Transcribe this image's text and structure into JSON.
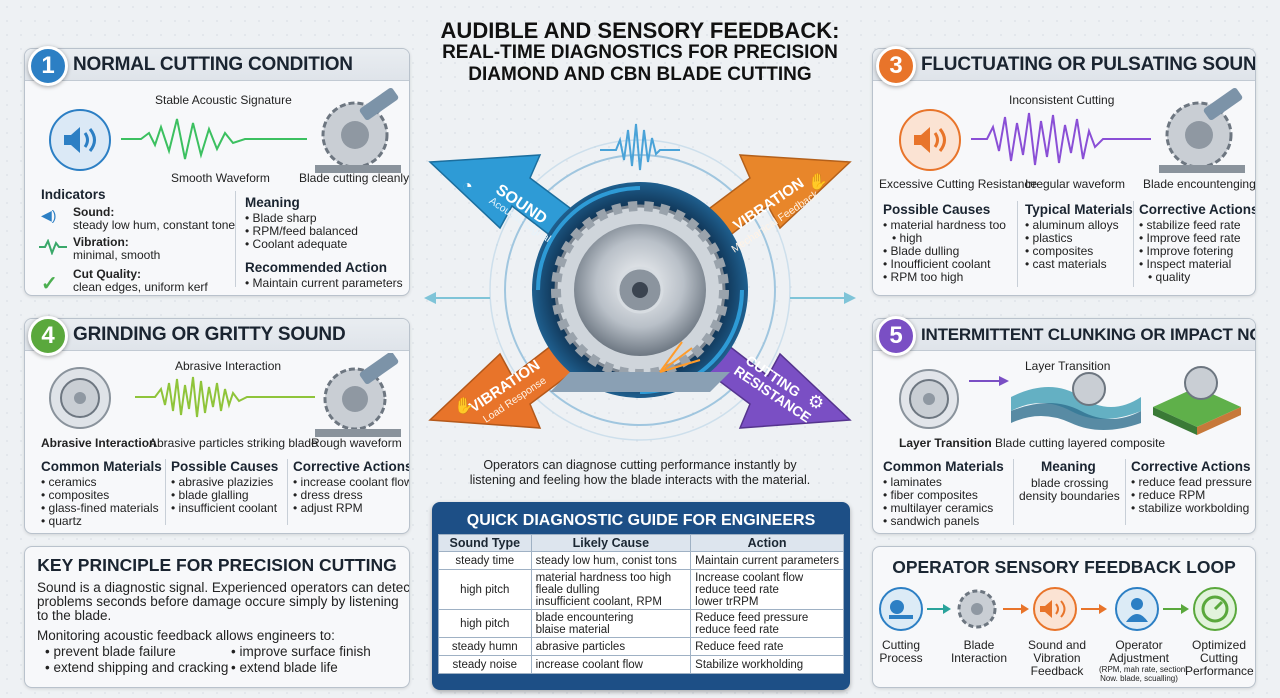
{
  "title": {
    "line1": "AUDIBLE AND SENSORY FEEDBACK:",
    "line2": "REAL-TIME DIAGNOSTICS FOR PRECISION",
    "line3": "DIAMOND AND CBN BLADE CUTTING"
  },
  "panel1": {
    "number": "1",
    "title": "NORMAL CUTTING CONDITION",
    "signature": "Stable Acoustic Signature",
    "waveform_label": "Smooth Waveform",
    "blade_label": "Blade cutting cleanly",
    "indicators_head": "Indicators",
    "sound_label": "Sound:",
    "sound_value": "steady low hum, constant tone",
    "vibration_label": "Vibration:",
    "vibration_value": "minimal, smooth",
    "cut_label": "Cut Quality:",
    "cut_value": "clean edges, uniform kerf",
    "meaning_head": "Meaning",
    "meaning": [
      "Blade sharp",
      "RPM/feed balanced",
      "Coolant adequate"
    ],
    "action_head": "Recommended Action",
    "action": [
      "Maintain current parameters"
    ]
  },
  "panel3": {
    "number": "3",
    "title": "FLUCTUATING OR PULSATING SOUND",
    "signature": "Inconsistent Cutting",
    "left_label": "Excessive Cutting Resistance",
    "waveform_label": "Irregular waveform",
    "blade_label": "Blade encountenging",
    "col1_head": "Possible Causes",
    "col1": [
      "material hardness too",
      "high",
      "Blade dulling",
      "Inoufficient coolant",
      "RPM too high"
    ],
    "col2_head": "Typical Materials",
    "col2": [
      "aluminum alloys",
      "plastics",
      "composites",
      "cast materials"
    ],
    "col3_head": "Corrective Actions",
    "col3": [
      "stabilize feed rate",
      "Improve feed rate",
      "Improve fotering",
      "Inspect material",
      "quality"
    ]
  },
  "panel4": {
    "number": "4",
    "title": "GRINDING OR GRITTY SOUND",
    "signature": "Abrasive Interaction",
    "left_label": "Abrasive Interaction",
    "waveform_label": "Abrasive particles striking blade",
    "blade_label": "Rough waveform",
    "col1_head": "Common Materials",
    "col1": [
      "ceramics",
      "composites",
      "glass-fined materials",
      "quartz"
    ],
    "col2_head": "Possible Causes",
    "col2": [
      "abrasive plazizies",
      "blade glalling",
      "insufficient coolant"
    ],
    "col3_head": "Corrective Actions",
    "col3": [
      "increase coolant flow",
      "dress dress",
      "adjust RPM"
    ]
  },
  "panel5": {
    "number": "5",
    "title": "INTERMITTENT CLUNKING OR IMPACT NOISE",
    "signature": "Layer Transition",
    "left_label": "Layer Transition",
    "waveform_label": "Blade cutting layered composite",
    "col1_head": "Common Materials",
    "col1": [
      "laminates",
      "fiber composites",
      "multilayer ceramics",
      "sandwich panels"
    ],
    "col2_head": "Meaning",
    "col2": [
      "blade crossing",
      "density boundaries"
    ],
    "col3_head": "Corrective Actions",
    "col3": [
      "reduce fead pressure",
      "reduce RPM",
      "stabilize workbolding"
    ]
  },
  "arrows": {
    "sound": "SOUND",
    "sound_sub": "Acoustic Signal",
    "vibration_top": "VIBRATION",
    "vibration_top_sub": "Mechanical Feedback",
    "vibration_bottom": "VIBRATION",
    "vibration_bottom_sub": "Load Response",
    "cutting": "CUTTING",
    "resistance": "RESISTANCE"
  },
  "center_text": {
    "line1": "Operators can diagnose cutting performance instantly by",
    "line2": "listening and feeling how the blade interacts with the material."
  },
  "guide": {
    "title": "QUICK DIAGNOSTIC GUIDE FOR ENGINEERS",
    "headers": [
      "Sound Type",
      "Likely Cause",
      "Action"
    ],
    "rows": [
      {
        "type": "steady time",
        "cause": [
          "steady low hum, conist tons"
        ],
        "action": [
          "Maintain current parameters"
        ]
      },
      {
        "type": "high pitch",
        "cause": [
          "material hardness too high",
          "fleale dulling",
          "insufficient coolant, RPM"
        ],
        "action": [
          "Increase coolant flow",
          "reduce teed rate",
          "lower trRPM"
        ]
      },
      {
        "type": "high pitch",
        "cause": [
          "blade encountering",
          "blaise material"
        ],
        "action": [
          "Reduce feed pressure",
          "reduce feed rate"
        ]
      },
      {
        "type": "steady humn",
        "cause": [
          "abrasive particles"
        ],
        "action": [
          "Reduce feed rate"
        ]
      },
      {
        "type": "steady noise",
        "cause": [
          "increase coolant flow"
        ],
        "action": [
          "Stabilize workholding"
        ]
      }
    ]
  },
  "key_principle": {
    "title": "KEY PRINCIPLE FOR PRECISION CUTTING",
    "p1": [
      "Sound is a diagnostic signal. Experienced operators can detect",
      "problems seconds before damage occure simply by listening",
      "to the blade."
    ],
    "p2": "Monitoring acoustic feedback allows engineers to:",
    "bullets": [
      "prevent blade failure",
      "improve surface finish",
      "extend shipping and cracking",
      "extend blade life"
    ]
  },
  "loop": {
    "title": "OPERATOR SENSORY FEEDBACK LOOP",
    "steps": [
      {
        "l1": "Cutting",
        "l2": "Process"
      },
      {
        "l1": "Blade",
        "l2": "Interaction"
      },
      {
        "l1": "Sound and",
        "l2": "Vibration",
        "l3": "Feedback"
      },
      {
        "l1": "Operator",
        "l2": "Adjustment",
        "small1": "(RPM, mah rate, sectionl",
        "small2": "Now. blade, scualling)"
      },
      {
        "l1": "Optimized",
        "l2": "Cutting",
        "l3": "Performance"
      }
    ]
  },
  "colors": {
    "blue": "#2c7fc4",
    "orange": "#e8742a",
    "green": "#5aa83c",
    "purple": "#7a4fc4",
    "teal": "#2aa39b",
    "navy": "#1d4f86"
  }
}
